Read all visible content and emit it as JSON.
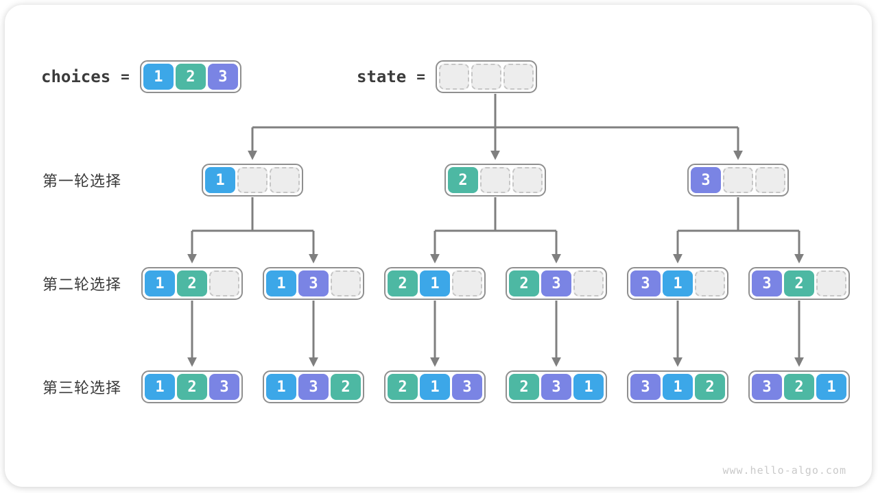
{
  "palette": {
    "cell_1": "#3ca7e8",
    "cell_2": "#4db8a3",
    "cell_3": "#7a84e4",
    "cell_empty_bg": "#ededed",
    "cell_empty_border": "#c6c6c6",
    "box_border": "#8f8f8f",
    "arrow": "#7f7f7f",
    "text_dark": "#3b3b3b",
    "watermark_color": "#c9c9c9"
  },
  "header": {
    "choices_label": "choices",
    "choices_equals": "=",
    "choices_values": [
      "1",
      "2",
      "3"
    ],
    "state_label": "state",
    "state_equals": "=",
    "state_values": [
      "",
      "",
      ""
    ]
  },
  "tree": {
    "levels": [
      {
        "label": "第一轮选择",
        "nodes": [
          [
            "1",
            "",
            ""
          ],
          [
            "2",
            "",
            ""
          ],
          [
            "3",
            "",
            ""
          ]
        ]
      },
      {
        "label": "第二轮选择",
        "nodes": [
          [
            "1",
            "2",
            ""
          ],
          [
            "1",
            "3",
            ""
          ],
          [
            "2",
            "1",
            ""
          ],
          [
            "2",
            "3",
            ""
          ],
          [
            "3",
            "1",
            ""
          ],
          [
            "3",
            "2",
            ""
          ]
        ]
      },
      {
        "label": "第三轮选择",
        "nodes": [
          [
            "1",
            "2",
            "3"
          ],
          [
            "1",
            "3",
            "2"
          ],
          [
            "2",
            "1",
            "3"
          ],
          [
            "2",
            "3",
            "1"
          ],
          [
            "3",
            "1",
            "2"
          ],
          [
            "3",
            "2",
            "1"
          ]
        ]
      }
    ]
  },
  "footer": {
    "watermark": "www.hello-algo.com"
  }
}
